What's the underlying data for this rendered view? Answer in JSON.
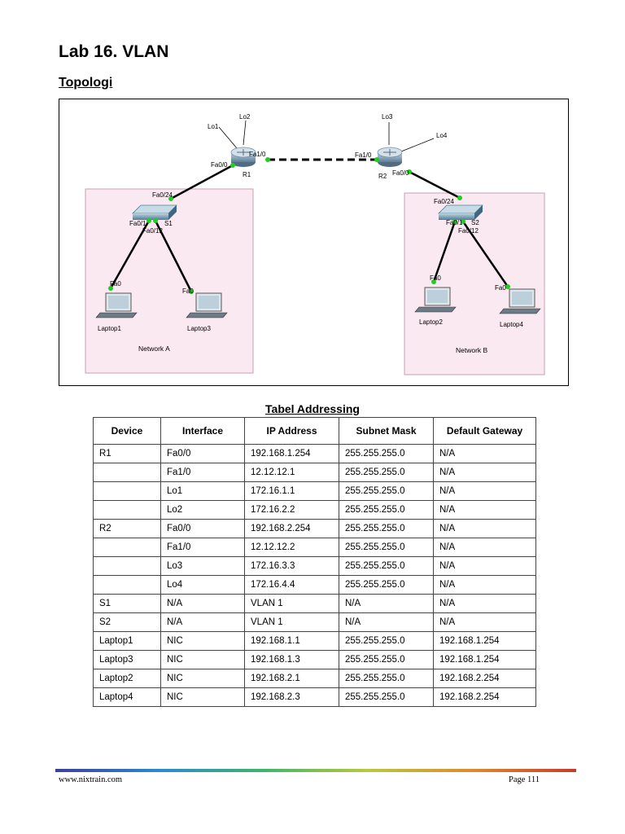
{
  "page": {
    "title": "Lab 16. VLAN",
    "subtitle": "Topologi"
  },
  "topology": {
    "devices": {
      "R1": "R1",
      "R2": "R2",
      "S1": "S1",
      "S2": "S2",
      "Lo1": "Lo1",
      "Lo2": "Lo2",
      "Lo3": "Lo3",
      "Lo4": "Lo4",
      "Laptop1": "Laptop1",
      "Laptop3": "Laptop3",
      "Laptop2": "Laptop2",
      "Laptop4": "Laptop4"
    },
    "ports": {
      "r1_fa00": "Fa0/0",
      "r1_fa10": "Fa1/0",
      "r2_fa10": "Fa1/0",
      "r2_fa00": "Fa0/0",
      "s1_fa024": "Fa0/24",
      "s1_fa01": "Fa0/1",
      "s1_fa012": "Fa0/12",
      "s2_fa024": "Fa0/24",
      "s2_fa01": "Fa0/1",
      "s2_fa012": "Fa0/12",
      "l1_fa0": "Fa0",
      "l3_fa0": "Fa0",
      "l2_fa0": "Fa0",
      "l4_fa0": "Fa0"
    },
    "networks": {
      "a": "Network A",
      "b": "Network B"
    },
    "colors": {
      "network_fill": "#fbe9f1",
      "network_border": "#c9a0b4",
      "link_dot": "#22cc22",
      "router": "#6d8fa8",
      "switch": "#5f8aa3"
    }
  },
  "table": {
    "caption": "Tabel Addressing",
    "headers": [
      "Device",
      "Interface",
      "IP Address",
      "Subnet Mask",
      "Default Gateway"
    ],
    "rows": [
      [
        "R1",
        "Fa0/0",
        "192.168.1.254",
        "255.255.255.0",
        "N/A"
      ],
      [
        "",
        "Fa1/0",
        "12.12.12.1",
        "255.255.255.0",
        "N/A"
      ],
      [
        "",
        "Lo1",
        "172.16.1.1",
        "255.255.255.0",
        "N/A"
      ],
      [
        "",
        "Lo2",
        "172.16.2.2",
        "255.255.255.0",
        "N/A"
      ],
      [
        "R2",
        "Fa0/0",
        "192.168.2.254",
        "255.255.255.0",
        "N/A"
      ],
      [
        "",
        "Fa1/0",
        "12.12.12.2",
        "255.255.255.0",
        "N/A"
      ],
      [
        "",
        "Lo3",
        "172.16.3.3",
        "255.255.255.0",
        "N/A"
      ],
      [
        "",
        "Lo4",
        "172.16.4.4",
        "255.255.255.0",
        "N/A"
      ],
      [
        "S1",
        "N/A",
        "VLAN 1",
        "N/A",
        "N/A"
      ],
      [
        "S2",
        "N/A",
        "VLAN 1",
        "N/A",
        "N/A"
      ],
      [
        "Laptop1",
        "NIC",
        "192.168.1.1",
        "255.255.255.0",
        "192.168.1.254"
      ],
      [
        "Laptop3",
        "NIC",
        "192.168.1.3",
        "255.255.255.0",
        "192.168.1.254"
      ],
      [
        "Laptop2",
        "NIC",
        "192.168.2.1",
        "255.255.255.0",
        "192.168.2.254"
      ],
      [
        "Laptop4",
        "NIC",
        "192.168.2.3",
        "255.255.255.0",
        "192.168.2.254"
      ]
    ]
  },
  "footer": {
    "website": "www.nixtrain.com",
    "page": "Page 111"
  }
}
